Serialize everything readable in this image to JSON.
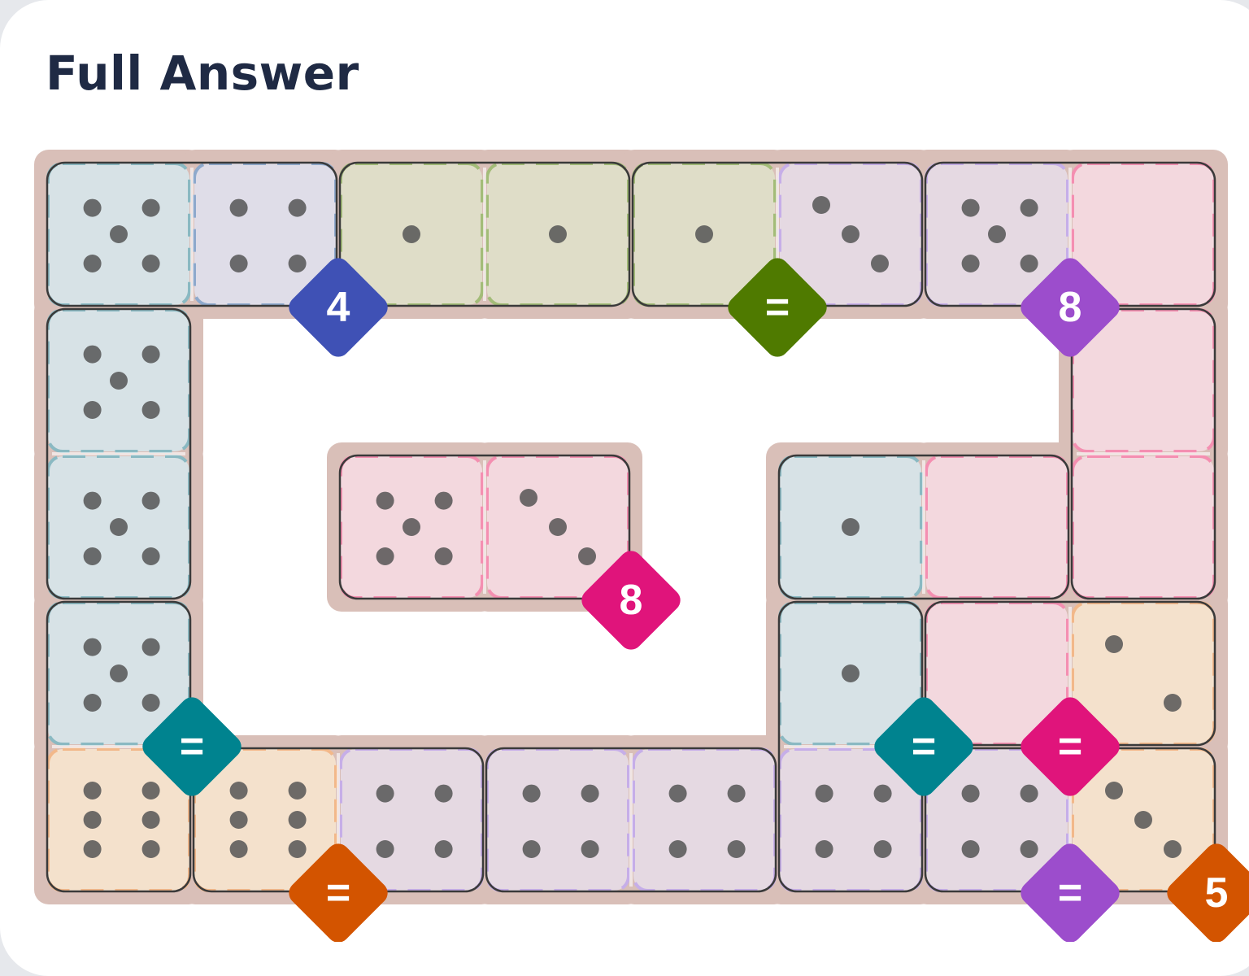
{
  "title": "Full Answer",
  "colors": {
    "board": "#d9bfb8",
    "tile_border": "#3a3a3a",
    "pip": "#555555",
    "text_on_badge": "#ffffff"
  },
  "regions": {
    "blue": {
      "fill": "#d7e2e6",
      "dash": "#8ab9c2",
      "badge": "#00838f"
    },
    "indigo": {
      "fill": "#dfdde8",
      "dash": "#8ea9cc",
      "badge": "#3f51b5"
    },
    "olive": {
      "fill": "#dfddc8",
      "dash": "#a3bc78",
      "badge": "#4f7a00"
    },
    "purple": {
      "fill": "#e5d9e2",
      "dash": "#c6aee8",
      "badge": "#9c4dcc"
    },
    "pink": {
      "fill": "#f3d8de",
      "dash": "#f48fb1",
      "badge": "#e0147b"
    },
    "orange": {
      "fill": "#f4e1cc",
      "dash": "#f2b88a",
      "badge": "#d35400"
    }
  },
  "cells": [
    {
      "r": 0,
      "c": 0,
      "pips": 5,
      "region": "blue"
    },
    {
      "r": 0,
      "c": 1,
      "pips": 4,
      "region": "indigo"
    },
    {
      "r": 0,
      "c": 2,
      "pips": 1,
      "region": "olive"
    },
    {
      "r": 0,
      "c": 3,
      "pips": 1,
      "region": "olive"
    },
    {
      "r": 0,
      "c": 4,
      "pips": 1,
      "region": "olive"
    },
    {
      "r": 0,
      "c": 5,
      "pips": 3,
      "region": "purple"
    },
    {
      "r": 0,
      "c": 6,
      "pips": 5,
      "region": "purple"
    },
    {
      "r": 0,
      "c": 7,
      "pips": 0,
      "region": "pink"
    },
    {
      "r": 1,
      "c": 0,
      "pips": 5,
      "region": "blue"
    },
    {
      "r": 1,
      "c": 7,
      "pips": 0,
      "region": "pink"
    },
    {
      "r": 2,
      "c": 0,
      "pips": 5,
      "region": "blue"
    },
    {
      "r": 2,
      "c": 2,
      "pips": 5,
      "region": "pink"
    },
    {
      "r": 2,
      "c": 3,
      "pips": 3,
      "region": "pink"
    },
    {
      "r": 2,
      "c": 5,
      "pips": 1,
      "region": "blue"
    },
    {
      "r": 2,
      "c": 6,
      "pips": 0,
      "region": "pink"
    },
    {
      "r": 2,
      "c": 7,
      "pips": 0,
      "region": "pink"
    },
    {
      "r": 3,
      "c": 0,
      "pips": 5,
      "region": "blue"
    },
    {
      "r": 3,
      "c": 5,
      "pips": 1,
      "region": "blue"
    },
    {
      "r": 3,
      "c": 6,
      "pips": 0,
      "region": "pink"
    },
    {
      "r": 3,
      "c": 7,
      "pips": 2,
      "region": "orange"
    },
    {
      "r": 4,
      "c": 0,
      "pips": 6,
      "region": "orange"
    },
    {
      "r": 4,
      "c": 1,
      "pips": 6,
      "region": "orange"
    },
    {
      "r": 4,
      "c": 2,
      "pips": 4,
      "region": "purple"
    },
    {
      "r": 4,
      "c": 3,
      "pips": 4,
      "region": "purple"
    },
    {
      "r": 4,
      "c": 4,
      "pips": 4,
      "region": "purple"
    },
    {
      "r": 4,
      "c": 5,
      "pips": 4,
      "region": "purple"
    },
    {
      "r": 4,
      "c": 6,
      "pips": 4,
      "region": "purple"
    },
    {
      "r": 4,
      "c": 7,
      "pips": 3,
      "region": "orange"
    }
  ],
  "dominoes": [
    {
      "a": [
        0,
        0
      ],
      "b": [
        0,
        1
      ]
    },
    {
      "a": [
        0,
        2
      ],
      "b": [
        0,
        3
      ]
    },
    {
      "a": [
        0,
        4
      ],
      "b": [
        0,
        5
      ]
    },
    {
      "a": [
        0,
        6
      ],
      "b": [
        0,
        7
      ]
    },
    {
      "a": [
        1,
        0
      ],
      "b": [
        2,
        0
      ]
    },
    {
      "a": [
        3,
        0
      ],
      "b": [
        4,
        0
      ]
    },
    {
      "a": [
        1,
        7
      ],
      "b": [
        2,
        7
      ]
    },
    {
      "a": [
        2,
        2
      ],
      "b": [
        2,
        3
      ]
    },
    {
      "a": [
        2,
        5
      ],
      "b": [
        2,
        6
      ]
    },
    {
      "a": [
        3,
        5
      ],
      "b": [
        4,
        5
      ]
    },
    {
      "a": [
        3,
        6
      ],
      "b": [
        3,
        7
      ]
    },
    {
      "a": [
        4,
        1
      ],
      "b": [
        4,
        2
      ]
    },
    {
      "a": [
        4,
        3
      ],
      "b": [
        4,
        4
      ]
    },
    {
      "a": [
        4,
        6
      ],
      "b": [
        4,
        7
      ]
    }
  ],
  "badges": [
    {
      "label": "4",
      "region": "indigo",
      "r": 0,
      "c": 1
    },
    {
      "label": "=",
      "region": "olive",
      "r": 0,
      "c": 4
    },
    {
      "label": "8",
      "region": "purple",
      "r": 0,
      "c": 6
    },
    {
      "label": "8",
      "region": "pink",
      "r": 2,
      "c": 3
    },
    {
      "label": "=",
      "region": "blue",
      "r": 3,
      "c": 0
    },
    {
      "label": "=",
      "region": "blue",
      "r": 3,
      "c": 5
    },
    {
      "label": "=",
      "region": "pink",
      "r": 3,
      "c": 6
    },
    {
      "label": "=",
      "region": "orange",
      "r": 4,
      "c": 1
    },
    {
      "label": "=",
      "region": "purple",
      "r": 4,
      "c": 6
    },
    {
      "label": "5",
      "region": "orange",
      "r": 4,
      "c": 7
    }
  ]
}
